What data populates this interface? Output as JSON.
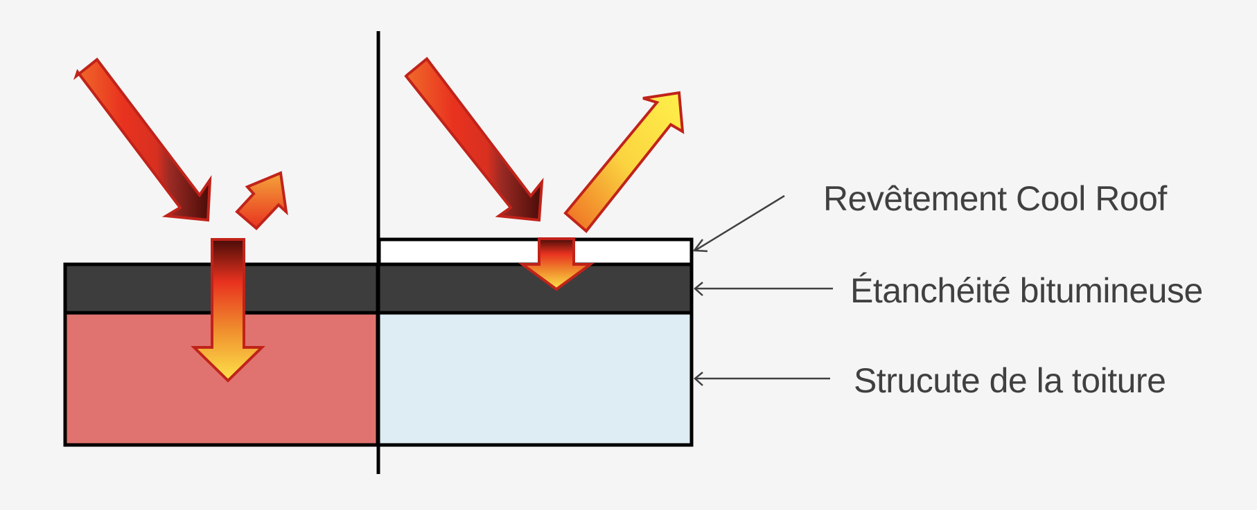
{
  "diagram": {
    "title": "",
    "comparison": [
      {
        "side": "left",
        "name": "standard-roof",
        "layers": [
          "waterproofing",
          "roof-structure"
        ],
        "heat_absorbed": "high",
        "heat_reflected": "low"
      },
      {
        "side": "right",
        "name": "cool-roof",
        "layers": [
          "cool-roof-coating",
          "waterproofing",
          "roof-structure"
        ],
        "heat_absorbed": "low",
        "heat_reflected": "high"
      }
    ],
    "labels": {
      "coating": "Revêtement Cool Roof",
      "waterproofing": "Étanchéité bitumineuse",
      "structure": "Strucute de la toiture"
    },
    "colors": {
      "background": "#f5f5f5",
      "waterproofing": "#3d3d3d",
      "structure_hot": "#e0736f",
      "structure_cool": "#deedf4",
      "coating": "#ffffff",
      "outline": "#000000",
      "arrow_outline": "#c0231a",
      "label_text": "#404040"
    }
  }
}
